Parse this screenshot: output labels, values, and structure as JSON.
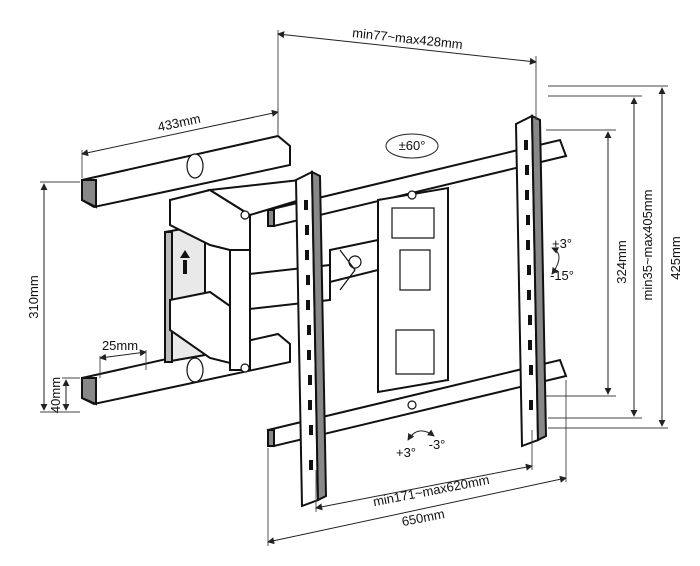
{
  "dimensions": {
    "arm_extension": "min77~max428mm",
    "wall_plate_width": "433mm",
    "wall_plate_height": "310mm",
    "wall_rail_height": "40mm",
    "wall_rail_spacing": "25mm",
    "vertical_pattern": "324mm",
    "vertical_range": "min35~max405mm",
    "tv_bracket_height": "425mm",
    "horizontal_range": "min171~max620mm",
    "tv_bracket_width": "650mm"
  },
  "rotation": {
    "swivel": "±60°",
    "tilt_up": "+3°",
    "tilt_down": "-15°",
    "level_plus": "+3°",
    "level_minus": "-3°"
  },
  "colors": {
    "line": "#111111",
    "fill_gray": "#9a9a9a",
    "fill_light": "#ffffff"
  }
}
